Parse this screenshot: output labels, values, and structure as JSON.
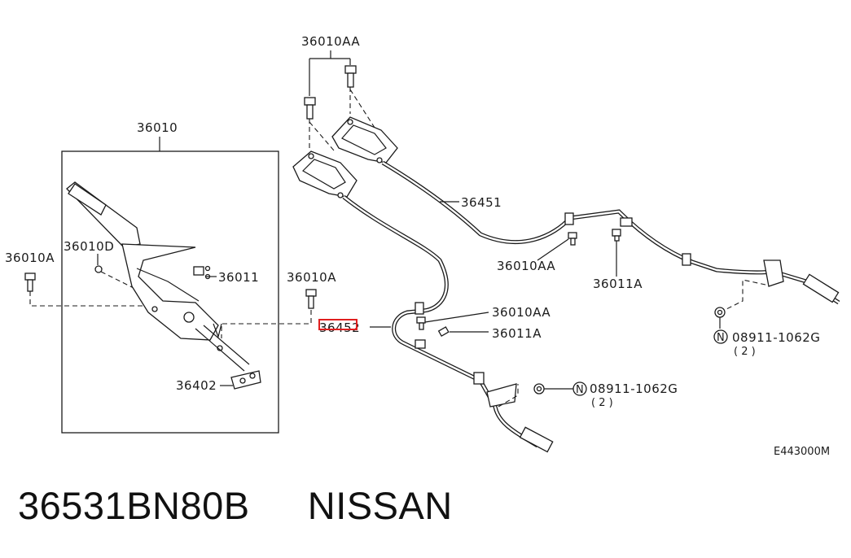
{
  "labels": {
    "36010AA_top": "36010AA",
    "36010": "36010",
    "36010A_left": "36010A",
    "36010D": "36010D",
    "36011": "36011",
    "36010A_mid": "36010A",
    "36452": "36452",
    "36451": "36451",
    "36010AA_right": "36010AA",
    "36011A_right": "36011A",
    "36010AA_mid": "36010AA",
    "36011A_mid": "36011A",
    "36402": "36402",
    "nut_right": "08911-1062G",
    "nut_right_qty": "( 2 )",
    "nut_mid": "08911-1062G",
    "nut_mid_qty": "( 2 )",
    "nut_symbol": "N",
    "diagram_code": "E443000M"
  },
  "footer": {
    "part_number": "36531BN80B",
    "brand": "NISSAN"
  },
  "colors": {
    "highlight": "#e02020",
    "ink": "#1b1b1b"
  }
}
